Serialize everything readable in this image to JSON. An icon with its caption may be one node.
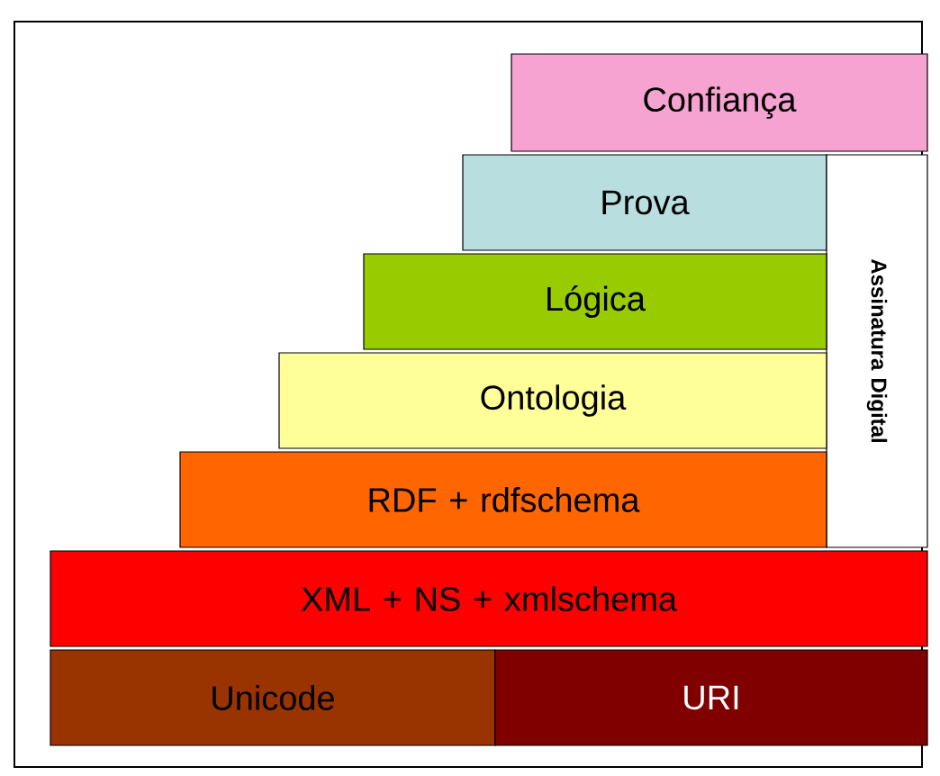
{
  "diagram": {
    "nodes": [
      {
        "text": [
          "Confiança"
        ]
      },
      {
        "text": [
          "Prova"
        ]
      },
      {
        "text": [
          "Assinatura Digital"
        ]
      },
      {
        "text": [
          "Lógica"
        ]
      },
      {
        "text": [
          "Ontologia"
        ]
      },
      {
        "text": [
          "RDF + rdfschema"
        ]
      },
      {
        "text": [
          "XML + NS + xmlschema"
        ]
      },
      {
        "text": [
          "Unicode"
        ]
      },
      {
        "text": [
          "URI"
        ]
      }
    ]
  }
}
